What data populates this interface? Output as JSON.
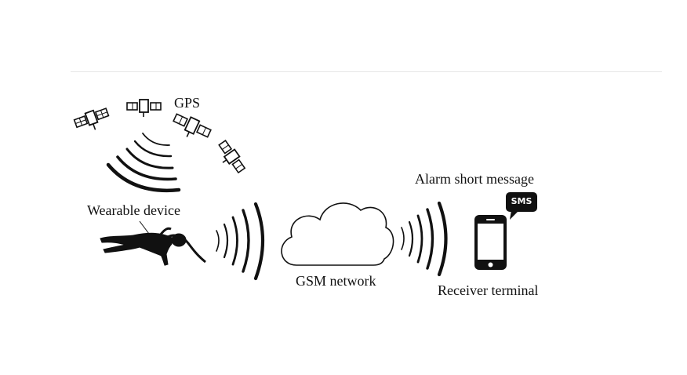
{
  "labels": {
    "gps": "GPS",
    "wearable_device": "Wearable device",
    "gsm_network": "GSM network",
    "alarm_message": "Alarm short message",
    "receiver_terminal": "Receiver terminal",
    "sms_badge": "SMS"
  },
  "colors": {
    "ink": "#111111",
    "divider": "#e6e6e6",
    "background": "#ffffff"
  },
  "icons": [
    "satellite-icon",
    "signal-waves-icon",
    "person-lying-icon",
    "cloud-icon",
    "smartphone-icon",
    "sms-bubble-icon"
  ]
}
